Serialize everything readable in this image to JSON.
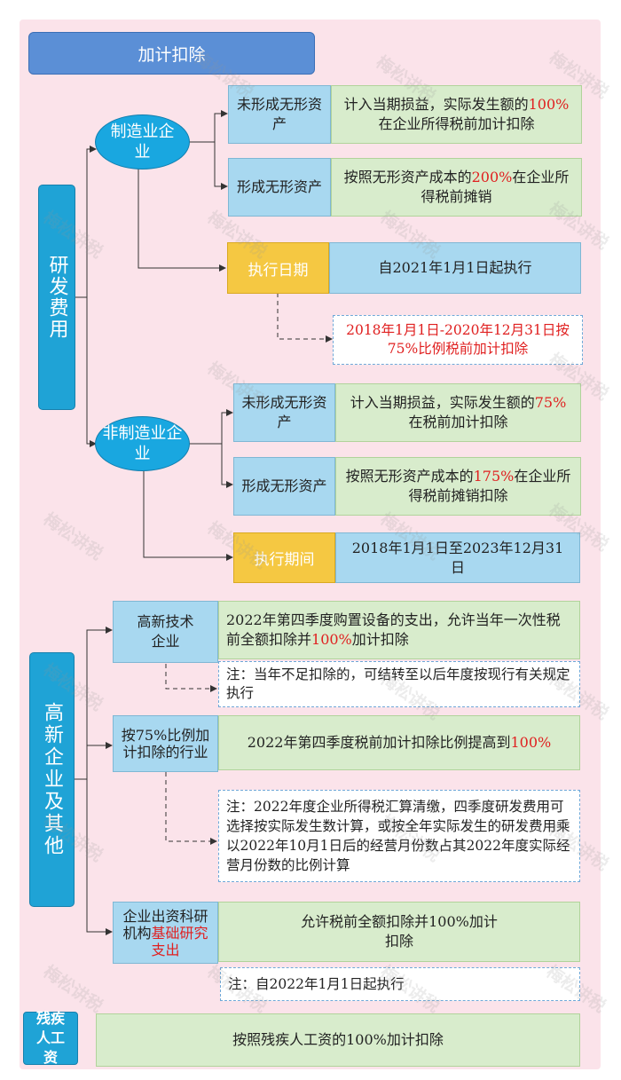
{
  "title": "加计扣除",
  "watermark": "梅松讲税",
  "rd": {
    "label": "研发费用",
    "manufacturing": {
      "label": "制造业企业",
      "rows": [
        {
          "type": "未形成无形资产",
          "desc_pre": "计入当期损益，实际发生额的",
          "desc_hl": "100%",
          "desc_post": "在企业所得税前加计扣除"
        },
        {
          "type": "形成无形资产",
          "desc_pre": "按照无形资产成本的",
          "desc_hl": "200%",
          "desc_post": "在企业所得税前摊销"
        }
      ],
      "date_label": "执行日期",
      "date_value": "自2021年1月1日起执行",
      "note": "2018年1月1日-2020年12月31日按75%比例税前加计扣除"
    },
    "non_manufacturing": {
      "label": "非制造业企业",
      "rows": [
        {
          "type": "未形成无形资产",
          "desc_pre": "计入当期损益，实际发生额的",
          "desc_hl": "75%",
          "desc_post": "在税前加计扣除"
        },
        {
          "type": "形成无形资产",
          "desc_pre": "按照无形资产成本的",
          "desc_hl": "175%",
          "desc_post": "在企业所得税前摊销扣除"
        }
      ],
      "period_label": "执行期间",
      "period_value": "2018年1月1日至2023年12月31日"
    }
  },
  "hightech": {
    "label": "高新企业及其他",
    "items": [
      {
        "label": "高新技术企业",
        "desc_pre": "2022年第四季度购置设备的支出，允许当年一次性税前全额扣除并",
        "desc_hl": "100%",
        "desc_post": "加计扣除",
        "note": "注：当年不足扣除的，可结转至以后年度按现行有关规定执行"
      },
      {
        "label": "按75%比例加计扣除的行业",
        "desc_pre": "2022年第四季度税前加计扣除比例提高到",
        "desc_hl": "100%",
        "desc_post": "",
        "note": "注：2022年度企业所得税汇算清缴，四季度研发费用可选择按实际发生数计算，或按全年实际发生的研发费用乘以2022年10月1日后的经营月份数占其2022年度实际经营月份数的比例计算"
      },
      {
        "label_pre": "企业出资科研机构",
        "label_hl": "基础研究支出",
        "desc": "允许税前全额扣除并100%加计扣除",
        "note": "注：自2022年1月1日起执行"
      }
    ]
  },
  "disabled": {
    "label": "残疾人工资",
    "desc": "按照残疾人工资的100%加计扣除"
  },
  "colors": {
    "panel": "#fbe3ea",
    "category": "#1fa3d6",
    "highlight": "#e02020",
    "date_box": "#f5c842",
    "type_box": "#a8d8f0",
    "desc_box": "#d8eccc"
  }
}
